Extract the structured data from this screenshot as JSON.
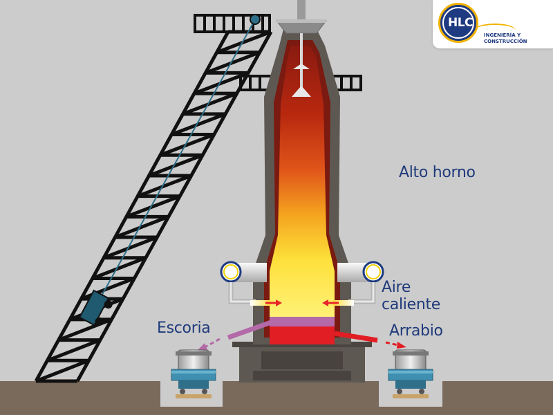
{
  "logo": {
    "initials": "HLC",
    "tagline_line1": "INGENIERÍA Y",
    "tagline_line2": "CONSTRUCCIÓN",
    "brand_blue": "#1e3a80",
    "brand_gold": "#f1b300"
  },
  "labels": {
    "title": "Alto horno",
    "hot_air_line1": "Aire",
    "hot_air_line2": "caliente",
    "slag": "Escoria",
    "pig_iron": "Arrabio"
  },
  "colors": {
    "background": "#cccccc",
    "ground": "#7a6a5c",
    "furnace_shell": "#5e5852",
    "lining": "#7a1a10",
    "slag_layer": "#b46aa8",
    "iron_layer": "#e01e24",
    "hot_air_arrow": "#e8242a",
    "pipe_ring": "#f5d000",
    "ladle_blue": "#3f8fb0",
    "label_text": "#1f3a7a"
  },
  "icons": [
    "ladder-skip-hoist",
    "skip-car-icon",
    "pulley-icon",
    "hot-blast-pipe-icon",
    "slag-ladle-icon",
    "iron-ladle-icon"
  ]
}
